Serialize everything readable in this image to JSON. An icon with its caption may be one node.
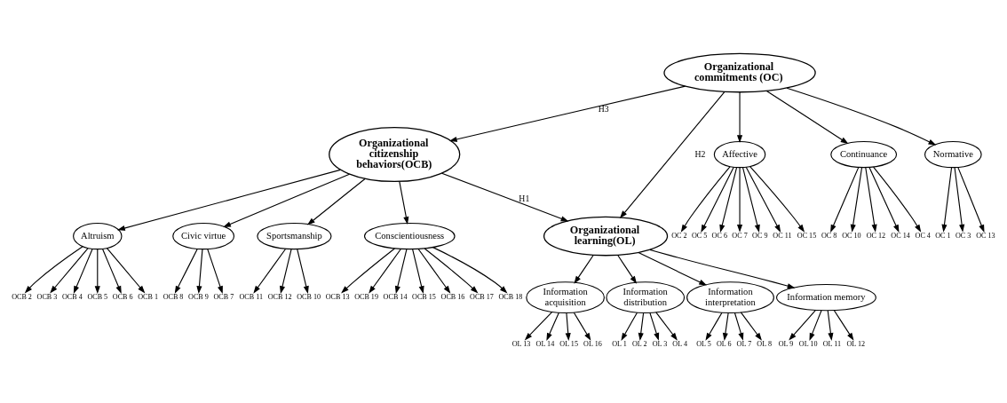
{
  "diagram": {
    "nodes": [
      {
        "text": [
          "Organizational citizenship behaviors(OCB)"
        ]
      },
      {
        "text": [
          "Organizational commitments (OC)"
        ]
      },
      {
        "text": [
          "Organizational learning(OL)"
        ]
      },
      {
        "text": [
          "Altruism"
        ]
      },
      {
        "text": [
          "Civic virtue"
        ]
      },
      {
        "text": [
          "Sportsmanship"
        ]
      },
      {
        "text": [
          "Conscientiousness"
        ]
      },
      {
        "text": [
          "Affective"
        ]
      },
      {
        "text": [
          "Continuance"
        ]
      },
      {
        "text": [
          "Normative"
        ]
      },
      {
        "text": [
          "Information distribution"
        ]
      },
      {
        "text": [
          "Information interpretation"
        ]
      },
      {
        "text": [
          "Information memory"
        ]
      },
      {
        "text": [
          "Information acquisition"
        ]
      },
      {
        "text": [
          "OCB 1"
        ]
      },
      {
        "text": [
          "OCB 2"
        ]
      },
      {
        "text": [
          "OCB 3"
        ]
      },
      {
        "text": [
          "OCB 4"
        ]
      },
      {
        "text": [
          "OCB 5"
        ]
      },
      {
        "text": [
          "OCB 6"
        ]
      },
      {
        "text": [
          "OCB 7"
        ]
      },
      {
        "text": [
          "OCB 8"
        ]
      },
      {
        "text": [
          "OCB 9"
        ]
      },
      {
        "text": [
          "OCB 10"
        ]
      },
      {
        "text": [
          "OCB 11"
        ]
      },
      {
        "text": [
          "OCB 12"
        ]
      },
      {
        "text": [
          "OCB 14"
        ]
      },
      {
        "text": [
          "OCB 15"
        ]
      },
      {
        "text": [
          "OCB 16"
        ]
      },
      {
        "text": [
          "OCB 17"
        ]
      },
      {
        "text": [
          "OCB 18"
        ]
      },
      {
        "text": [
          "OCB 13"
        ]
      },
      {
        "text": [
          "OCB 19"
        ]
      },
      {
        "text": [
          "OC 2"
        ]
      },
      {
        "text": [
          "OC 5"
        ]
      },
      {
        "text": [
          "OC 6"
        ]
      },
      {
        "text": [
          "OC 7"
        ]
      },
      {
        "text": [
          "OC 9"
        ]
      },
      {
        "text": [
          "OC 11"
        ]
      },
      {
        "text": [
          "OC 15"
        ]
      },
      {
        "text": [
          "OC 4"
        ]
      },
      {
        "text": [
          "OC 8"
        ]
      },
      {
        "text": [
          "OC 10"
        ]
      },
      {
        "text": [
          "OC 12"
        ]
      },
      {
        "text": [
          "OC 14"
        ]
      },
      {
        "text": [
          "OC 1"
        ]
      },
      {
        "text": [
          "OC 3"
        ]
      },
      {
        "text": [
          "OC 13"
        ]
      },
      {
        "text": [
          "OL 1"
        ]
      },
      {
        "text": [
          "OL 2"
        ]
      },
      {
        "text": [
          "OL 3"
        ]
      },
      {
        "text": [
          "OL 4"
        ]
      },
      {
        "text": [
          "OL 5"
        ]
      },
      {
        "text": [
          "OL 6"
        ]
      },
      {
        "text": [
          "OL 7"
        ]
      },
      {
        "text": [
          "OL 8"
        ]
      },
      {
        "text": [
          "OL 9"
        ]
      },
      {
        "text": [
          "OL 10"
        ]
      },
      {
        "text": [
          "OL 11"
        ]
      },
      {
        "text": [
          "OL 12"
        ]
      },
      {
        "text": [
          "OL 13"
        ]
      },
      {
        "text": [
          "OL 14"
        ]
      },
      {
        "text": [
          "OL 15"
        ]
      },
      {
        "text": [
          "OL 16"
        ]
      }
    ],
    "edges": [
      {
        "from": 1,
        "to": 0,
        "arrow": "to",
        "label": "H3"
      },
      {
        "from": 0,
        "to": 2,
        "arrow": "to",
        "label": "H1"
      },
      {
        "from": 1,
        "to": 2,
        "arrow": "to",
        "label": "H2"
      },
      {
        "from": 0,
        "to": 3,
        "arrow": "to"
      },
      {
        "from": 0,
        "to": 4,
        "arrow": "to"
      },
      {
        "from": 0,
        "to": 5,
        "arrow": "to"
      },
      {
        "from": 0,
        "to": 6,
        "arrow": "to"
      },
      {
        "from": 1,
        "to": 7,
        "arrow": "to"
      },
      {
        "from": 1,
        "to": 8,
        "arrow": "to"
      },
      {
        "from": 1,
        "to": 9,
        "arrow": "to"
      },
      {
        "from": 2,
        "to": 10,
        "arrow": "to"
      },
      {
        "from": 2,
        "to": 11,
        "arrow": "to"
      },
      {
        "from": 2,
        "to": 12,
        "arrow": "to"
      },
      {
        "from": 2,
        "to": 13,
        "arrow": "to"
      },
      {
        "from": 3,
        "to": 14,
        "arrow": "to"
      },
      {
        "from": 3,
        "to": 15,
        "arrow": "to"
      },
      {
        "from": 3,
        "to": 16,
        "arrow": "to"
      },
      {
        "from": 3,
        "to": 17,
        "arrow": "to"
      },
      {
        "from": 3,
        "to": 18,
        "arrow": "to"
      },
      {
        "from": 3,
        "to": 19,
        "arrow": "to"
      },
      {
        "from": 4,
        "to": 20,
        "arrow": "to"
      },
      {
        "from": 4,
        "to": 21,
        "arrow": "to"
      },
      {
        "from": 4,
        "to": 22,
        "arrow": "to"
      },
      {
        "from": 5,
        "to": 23,
        "arrow": "to"
      },
      {
        "from": 5,
        "to": 24,
        "arrow": "to"
      },
      {
        "from": 5,
        "to": 25,
        "arrow": "to"
      },
      {
        "from": 6,
        "to": 26,
        "arrow": "to"
      },
      {
        "from": 6,
        "to": 27,
        "arrow": "to"
      },
      {
        "from": 6,
        "to": 28,
        "arrow": "to"
      },
      {
        "from": 6,
        "to": 29,
        "arrow": "to"
      },
      {
        "from": 6,
        "to": 30,
        "arrow": "to"
      },
      {
        "from": 6,
        "to": 31,
        "arrow": "to"
      },
      {
        "from": 6,
        "to": 32,
        "arrow": "to"
      },
      {
        "from": 7,
        "to": 33,
        "arrow": "to"
      },
      {
        "from": 7,
        "to": 34,
        "arrow": "to"
      },
      {
        "from": 7,
        "to": 35,
        "arrow": "to"
      },
      {
        "from": 7,
        "to": 36,
        "arrow": "to"
      },
      {
        "from": 7,
        "to": 37,
        "arrow": "to"
      },
      {
        "from": 7,
        "to": 38,
        "arrow": "to"
      },
      {
        "from": 7,
        "to": 39,
        "arrow": "to"
      },
      {
        "from": 8,
        "to": 40,
        "arrow": "to"
      },
      {
        "from": 8,
        "to": 41,
        "arrow": "to"
      },
      {
        "from": 8,
        "to": 42,
        "arrow": "to"
      },
      {
        "from": 8,
        "to": 43,
        "arrow": "to"
      },
      {
        "from": 8,
        "to": 44,
        "arrow": "to"
      },
      {
        "from": 9,
        "to": 45,
        "arrow": "to"
      },
      {
        "from": 9,
        "to": 46,
        "arrow": "to"
      },
      {
        "from": 9,
        "to": 47,
        "arrow": "to"
      },
      {
        "from": 10,
        "to": 48,
        "arrow": "to"
      },
      {
        "from": 10,
        "to": 49,
        "arrow": "to"
      },
      {
        "from": 10,
        "to": 50,
        "arrow": "to"
      },
      {
        "from": 10,
        "to": 51,
        "arrow": "to"
      },
      {
        "from": 11,
        "to": 52,
        "arrow": "to"
      },
      {
        "from": 11,
        "to": 53,
        "arrow": "to"
      },
      {
        "from": 11,
        "to": 54,
        "arrow": "to"
      },
      {
        "from": 11,
        "to": 55,
        "arrow": "to"
      },
      {
        "from": 12,
        "to": 56,
        "arrow": "to"
      },
      {
        "from": 12,
        "to": 57,
        "arrow": "to"
      },
      {
        "from": 12,
        "to": 58,
        "arrow": "to"
      },
      {
        "from": 12,
        "to": 59,
        "arrow": "to"
      },
      {
        "from": 13,
        "to": 60,
        "arrow": "to"
      },
      {
        "from": 13,
        "to": 61,
        "arrow": "to"
      },
      {
        "from": 13,
        "to": 62,
        "arrow": "to"
      },
      {
        "from": 13,
        "to": 63,
        "arrow": "to"
      }
    ]
  }
}
